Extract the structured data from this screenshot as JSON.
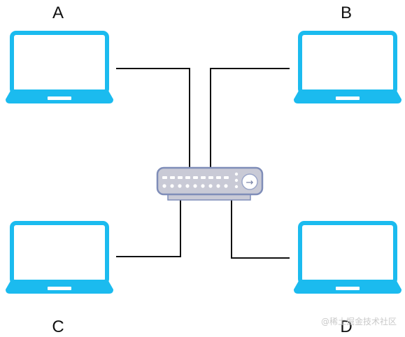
{
  "labels": {
    "a": "A",
    "b": "B",
    "c": "C",
    "d": "D"
  },
  "switch": {
    "arrow": "→"
  },
  "watermark": "@稀土掘金技术社区",
  "colors": {
    "laptop": "#1BBBEF",
    "switch_body": "#C9CAD6",
    "switch_border": "#7F8DB8",
    "wire": "#111111"
  },
  "icons": {
    "laptop": "laptop-icon",
    "switch": "network-switch-icon"
  }
}
